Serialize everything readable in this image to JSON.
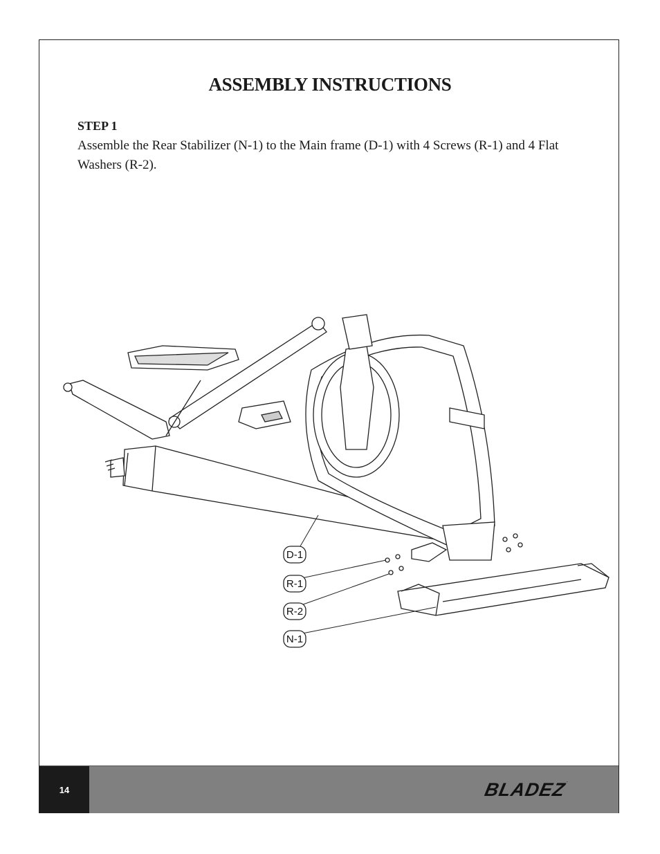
{
  "title": "ASSEMBLY INSTRUCTIONS",
  "step": {
    "heading": "STEP 1",
    "text": "Assemble the Rear Stabilizer (N-1) to the Main frame (D-1) with 4 Screws (R-1) and 4 Flat Washers (R-2)."
  },
  "diagram": {
    "labels": [
      "D-1",
      "R-1",
      "R-2",
      "N-1"
    ]
  },
  "footer": {
    "page_number": "14",
    "brand": "BLADEZ",
    "trademark": "."
  }
}
